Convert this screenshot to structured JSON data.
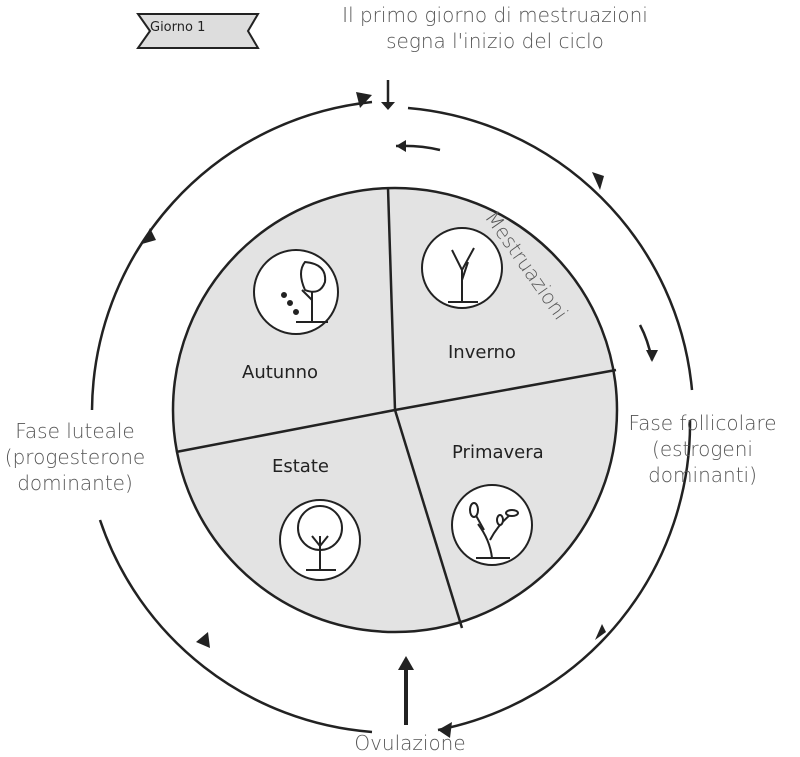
{
  "banner": "Giorno 1",
  "top_note": [
    "Il primo giorno di mestruazioni",
    "segna l'inizio del ciclo"
  ],
  "phases": {
    "menstruation": "Mestruazioni",
    "follicular": [
      "Fase follicolare",
      "(estrogeni",
      "dominanti)"
    ],
    "ovulation": "Ovulazione",
    "luteal": [
      "Fase luteale",
      "(progesterone",
      "dominante)"
    ]
  },
  "seasons": {
    "winter": "Inverno",
    "spring": "Primavera",
    "summer": "Estate",
    "autumn": "Autunno"
  },
  "colors": {
    "fill": "#e3e3e3",
    "line": "#222222",
    "text": "#555555"
  }
}
